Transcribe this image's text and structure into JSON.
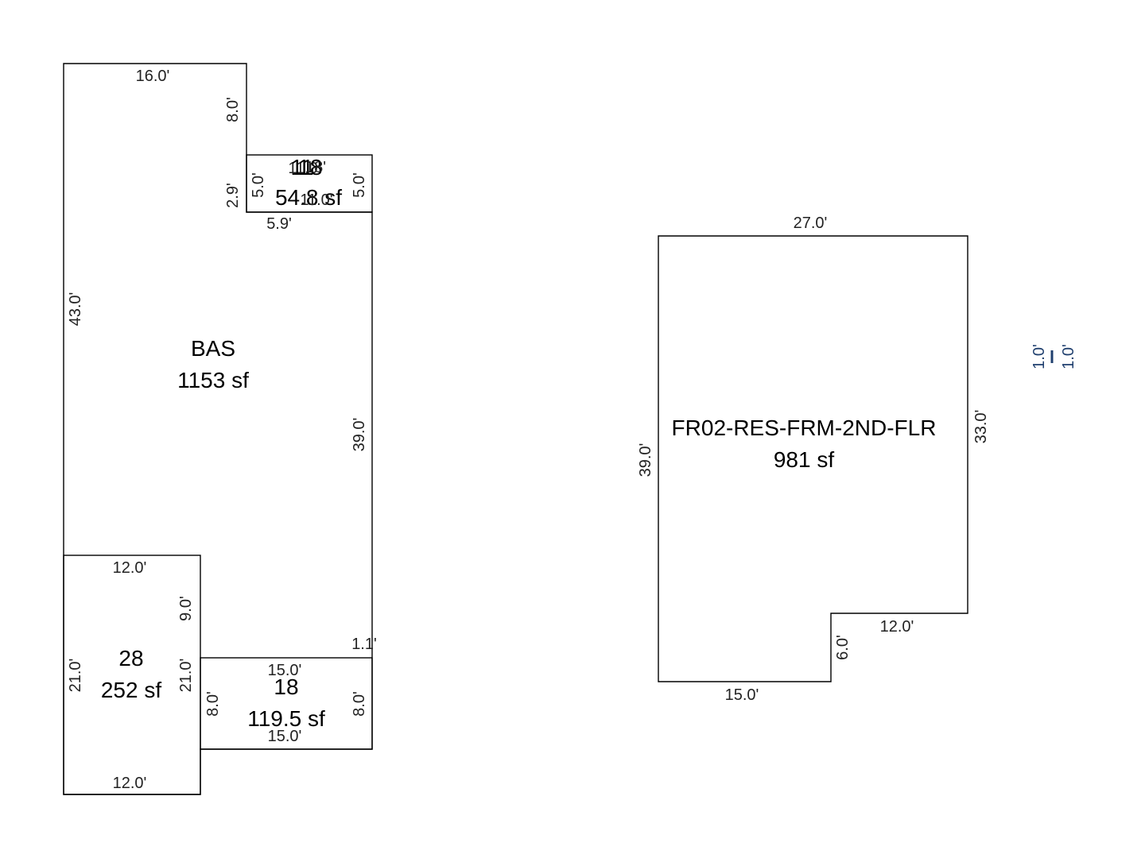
{
  "areas": {
    "bas": {
      "code": "BAS",
      "area": "1153 sf"
    },
    "a1": {
      "code": "11",
      "area": "54.8 sf",
      "overlap_dim": "18'",
      "overlap_dim_left": "11.0'",
      "overlap_code": "18",
      "overlap_area": "54 sf"
    },
    "a28": {
      "code": "28",
      "area": "252 sf"
    },
    "a18": {
      "code": "18",
      "area": "119.5 sf"
    },
    "fr02": {
      "code": "FR02-RES-FRM-2ND-FLR",
      "area": "981 sf"
    }
  },
  "dimensions": {
    "bas_top": "16.0'",
    "bas_notch_right": "8.0'",
    "bas_notch_small": "2.9'",
    "bas_left": "43.0'",
    "bas_right": "39.0'",
    "bas_notch_bottom": "5.9'",
    "a1_left": "5.0'",
    "a1_right": "5.0'",
    "a28_top": "12.0'",
    "a28_right_upper": "9.0'",
    "a28_left": "21.0'",
    "a28_right": "21.0'",
    "a28_bottom": "12.0'",
    "a18_top": "15.0'",
    "a18_left": "8.0'",
    "a18_right": "8.0'",
    "a18_bottom": "15.0'",
    "a18_corner": "1.1'",
    "fr_top": "27.0'",
    "fr_left": "39.0'",
    "fr_right": "33.0'",
    "fr_step_h": "12.0'",
    "fr_step_v": "6.0'",
    "fr_bottom": "15.0'",
    "tiny_a": "1.0'",
    "tiny_b": "1.0'"
  }
}
